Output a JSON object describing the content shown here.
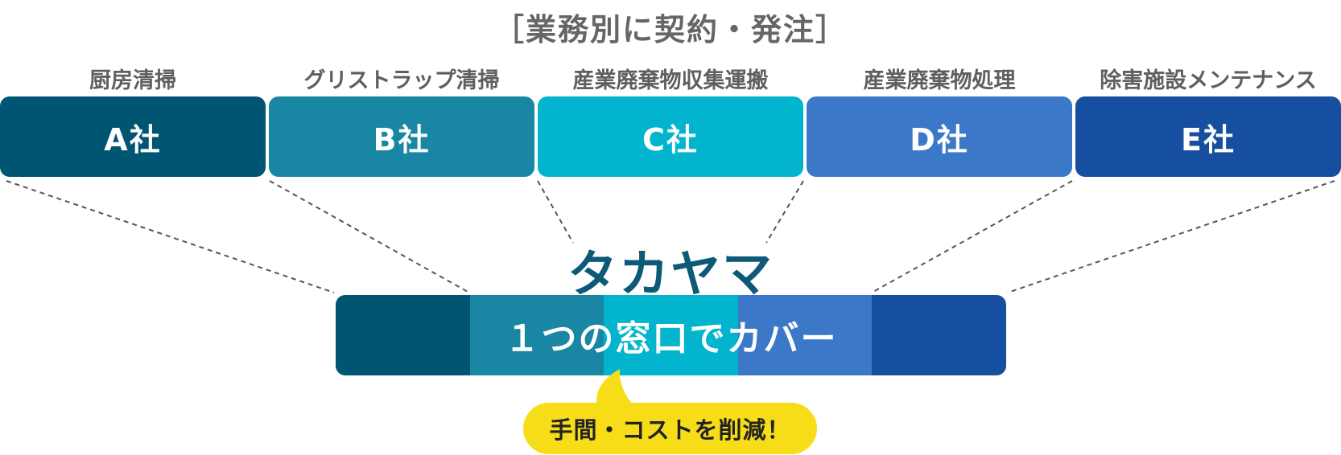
{
  "title": "［業務別に契約・発注］",
  "vendors": [
    {
      "category": "厨房清掃",
      "company": "A社",
      "color": "#005573"
    },
    {
      "category": "グリストラップ清掃",
      "company": "B社",
      "color": "#1987a3"
    },
    {
      "category": "産業廃棄物収集運搬",
      "company": "C社",
      "color": "#02b4cd"
    },
    {
      "category": "産業廃棄物処理",
      "company": "D社",
      "color": "#3c78c8"
    },
    {
      "category": "除害施設メンテナンス",
      "company": "E社",
      "color": "#164f9f"
    }
  ],
  "brand": "タカヤマ",
  "single_window": "１つの窓口でカバー",
  "callout": "手間・コストを削減！",
  "colors": {
    "brand_text": "#0d5a78",
    "callout_bg": "#f6dd18",
    "connector": "#555555",
    "category_text": "#5f5f5f"
  }
}
